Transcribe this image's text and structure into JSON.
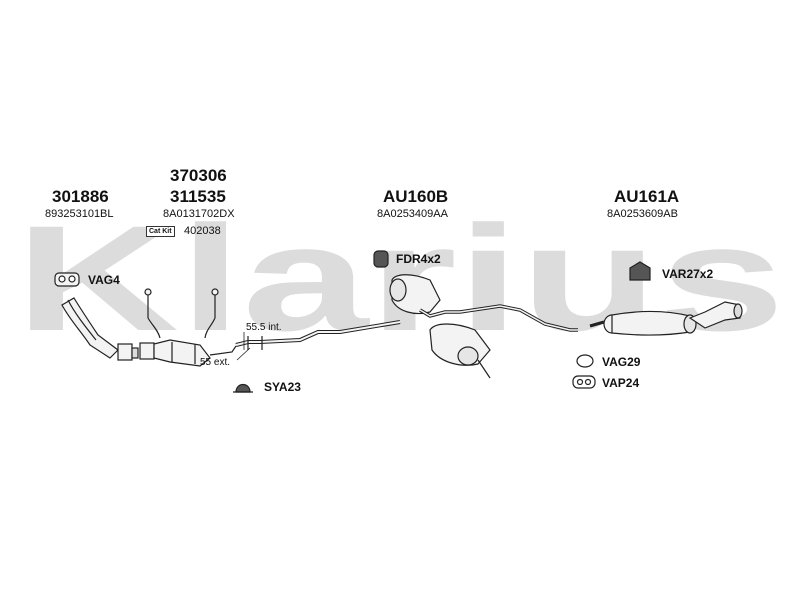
{
  "watermark": {
    "text": "Klarius",
    "color": "#d9d9d9"
  },
  "groups": [
    {
      "part_numbers": [
        "301886"
      ],
      "oe_numbers": [
        "893253101BL"
      ]
    },
    {
      "part_numbers": [
        "370306",
        "311535"
      ],
      "oe_numbers": [
        "8A0131702DX"
      ],
      "badge": "Cat Kit",
      "extra": "402038"
    },
    {
      "part_numbers": [
        "AU160B"
      ],
      "oe_numbers": [
        "8A0253409AA"
      ]
    },
    {
      "part_numbers": [
        "AU161A"
      ],
      "oe_numbers": [
        "8A0253609AB"
      ]
    }
  ],
  "accessories": {
    "vag4": "VAG4",
    "fdr4x2": "FDR4x2",
    "var27x2": "VAR27x2",
    "sya23": "SYA23",
    "vag29": "VAG29",
    "vap24": "VAP24"
  },
  "annotations": {
    "int": "55.5 int.",
    "ext": "55 ext."
  }
}
